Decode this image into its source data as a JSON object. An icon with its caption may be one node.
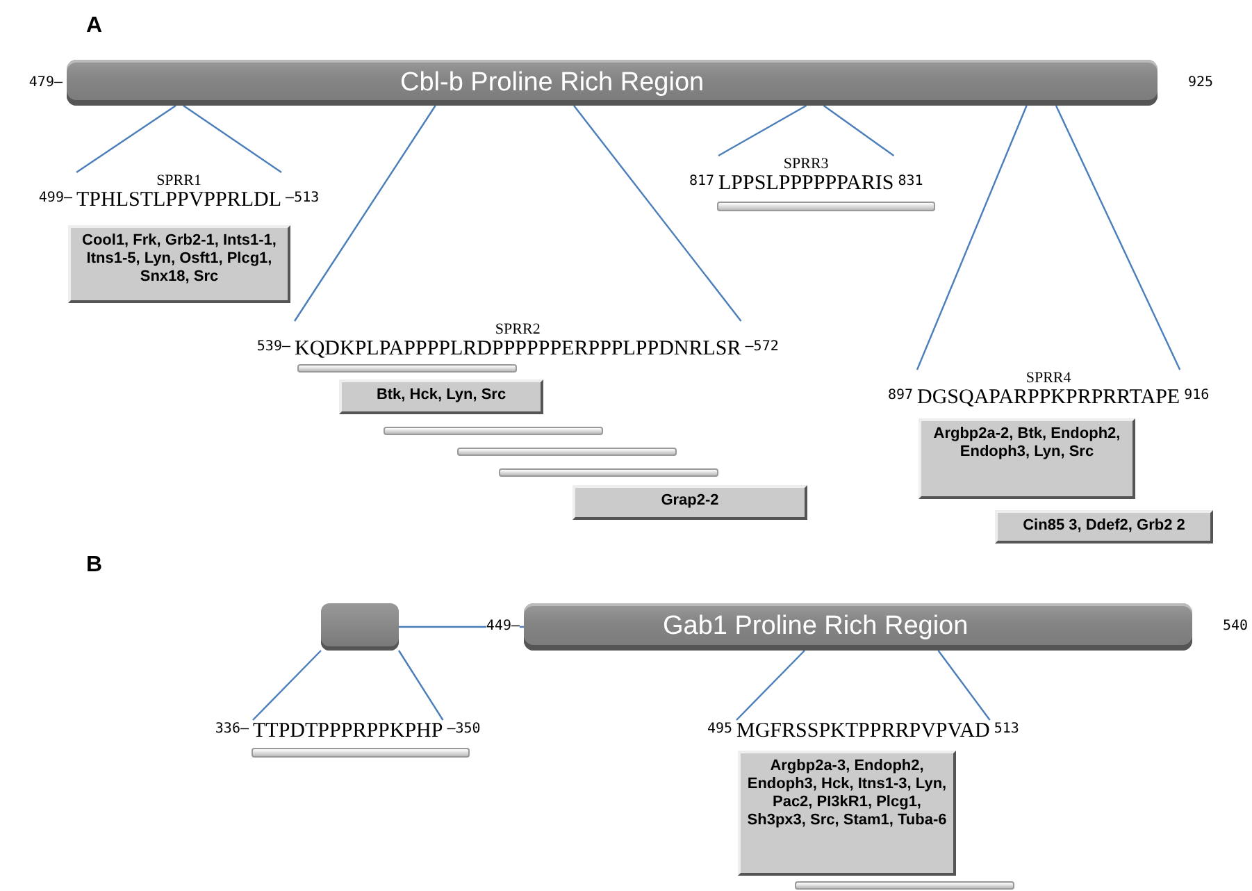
{
  "diagram": {
    "nodes": [
      {
        "text": [
          "Cbl-b Proline Rich Region"
        ],
        "beside": [
          "479–",
          "925"
        ]
      },
      {
        "text": [
          "SPRR1",
          "TPHLSTLPPVPPRLDL"
        ],
        "beside": [
          "499–",
          "–513"
        ]
      },
      {
        "text": [
          "SPRR3",
          "LPPSLPPPPPPARIS"
        ],
        "beside": [
          "817",
          "831"
        ]
      },
      {
        "text": [],
        "shape": "bar"
      },
      {
        "text": [
          "Cool1, Frk, Grb2-1, Ints1-1, Itns1-5, Lyn, Osft1, Plcg1, Snx18, Src"
        ]
      },
      {
        "text": [
          "SPRR2",
          "KQDKPLPAPPPPLRDPPPPPPERPPPLPPDNRLSR"
        ],
        "beside": [
          "539–",
          "–572"
        ]
      },
      {
        "text": [],
        "shape": "bar"
      },
      {
        "text": [
          "Btk, Hck, Lyn, Src"
        ]
      },
      {
        "text": [],
        "shape": "bar"
      },
      {
        "text": [],
        "shape": "bar"
      },
      {
        "text": [],
        "shape": "bar"
      },
      {
        "text": [
          "Grap2-2"
        ]
      },
      {
        "text": [
          "SPRR4",
          "DGSQAPARPPKPRPRRTAPE"
        ],
        "beside": [
          "897",
          "916"
        ]
      },
      {
        "text": [
          "Argbp2a-2, Btk, Endoph2, Endoph3, Lyn, Src"
        ]
      },
      {
        "text": [
          "Cin85 3, Ddef2, Grb2 2"
        ]
      },
      {
        "text": [],
        "shape": "box"
      },
      {
        "text": [
          "Gab1 Proline Rich Region"
        ],
        "beside": [
          "449–",
          "540"
        ]
      },
      {
        "text": [
          "TTPDTPPPRPPKPHP"
        ],
        "beside": [
          "336–",
          "–350"
        ]
      },
      {
        "text": [
          "MGFRSSPKTPPRRPVPVAD"
        ],
        "beside": [
          "495",
          "513"
        ]
      },
      {
        "text": [],
        "shape": "bar"
      },
      {
        "text": [
          "Argbp2a-3, Endoph2, Endoph3, Hck, Itns1-3, Lyn, Pac2, PI3kR1, Plcg1, Sh3px3, Src, Stam1, Tuba-6"
        ]
      },
      {
        "text": [],
        "shape": "bar"
      }
    ],
    "edges": [
      {
        "from": 0,
        "to": 1,
        "arrow": "none"
      },
      {
        "from": 0,
        "to": 1,
        "arrow": "none"
      },
      {
        "from": 0,
        "to": 5,
        "arrow": "none"
      },
      {
        "from": 0,
        "to": 5,
        "arrow": "none"
      },
      {
        "from": 0,
        "to": 2,
        "arrow": "none"
      },
      {
        "from": 0,
        "to": 2,
        "arrow": "none"
      },
      {
        "from": 0,
        "to": 12,
        "arrow": "none"
      },
      {
        "from": 0,
        "to": 12,
        "arrow": "none"
      },
      {
        "from": 15,
        "to": 16,
        "arrow": "none"
      },
      {
        "from": 15,
        "to": 17,
        "arrow": "none"
      },
      {
        "from": 15,
        "to": 17,
        "arrow": "none"
      },
      {
        "from": 16,
        "to": 18,
        "arrow": "none"
      },
      {
        "from": 16,
        "to": 18,
        "arrow": "none"
      }
    ],
    "labels": [
      "A",
      "B"
    ]
  }
}
